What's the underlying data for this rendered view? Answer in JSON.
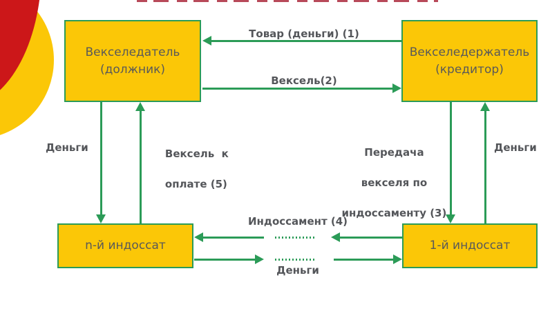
{
  "palette": {
    "green": "#2B9B57",
    "box_fill": "#FBC707",
    "box_text": "#595959",
    "label_text": "#54565A",
    "corner_red": "#CC1719",
    "corner_yellow": "#FBC707",
    "title_fragment_red": "#A61C30"
  },
  "boxes": {
    "drawer": {
      "line1": "Векселедатель",
      "line2": "(должник)"
    },
    "holder": {
      "line1": "Векселедержатель",
      "line2": "(кредитор)"
    },
    "n_endorsee": {
      "label": "n-й индоссат"
    },
    "first_endorsee": {
      "label": "1-й индоссат"
    }
  },
  "labels": {
    "goods": "Товар (деньги) (1)",
    "bill": "Вексель(2)",
    "money_left": "Деньги",
    "bill_for_payment_line1": "Вексель  к",
    "bill_for_payment_line2": "оплате (5)",
    "transfer_line1": "Передача",
    "transfer_line2": "векселя по",
    "transfer_line3": "индоссаменту (3)",
    "money_right": "Деньги",
    "endorsement": "Индоссамент (4)",
    "money_bottom": "Деньги"
  }
}
